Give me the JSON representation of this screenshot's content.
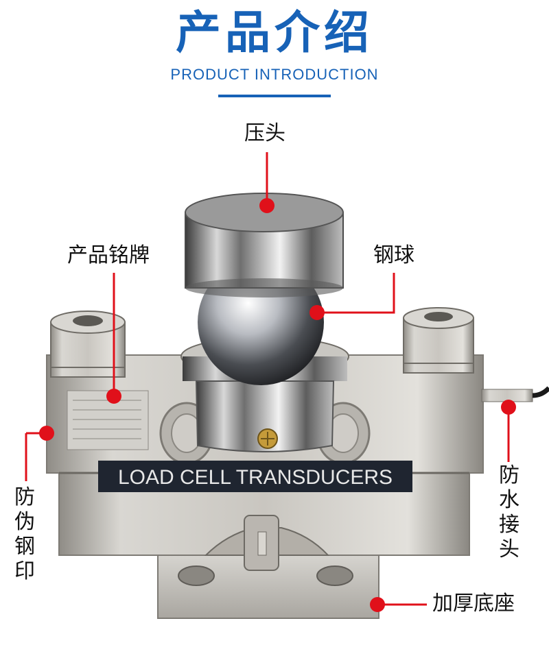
{
  "header": {
    "title": "产品介绍",
    "subtitle": "PRODUCT INTRODUCTION"
  },
  "product": {
    "plate_text": "LOAD CELL TRANSDUCERS"
  },
  "callouts": {
    "press_head": "压头",
    "nameplate": "产品铭牌",
    "steel_ball": "钢球",
    "anti_counterfeit": "防伪钢印",
    "waterproof_connector": "防水接头",
    "thick_base": "加厚底座"
  },
  "colors": {
    "title_blue": "#1762b7",
    "callout_red": "#e0101a",
    "steel": "#c4c2bd"
  }
}
